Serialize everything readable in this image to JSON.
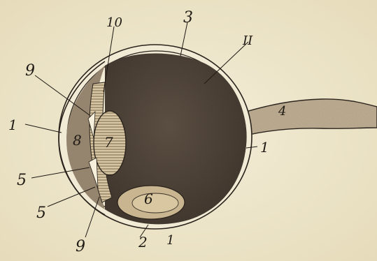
{
  "colors": {
    "paper": "#efe8cf",
    "ink": "#1f1a14",
    "interior": "#4a3f34",
    "lens": "#cdb78f",
    "nerve": "#bfae93"
  },
  "labels": {
    "l1_left": "1",
    "l1_right": "1",
    "l1_bottom": "1",
    "l2": "2",
    "l3": "3",
    "l4": "4",
    "l5_upper": "5",
    "l5_lower": "5",
    "l6": "6",
    "l7": "7",
    "l8": "8",
    "l9_upper": "9",
    "l9_lower": "9",
    "l10": "10",
    "l11": "II"
  }
}
